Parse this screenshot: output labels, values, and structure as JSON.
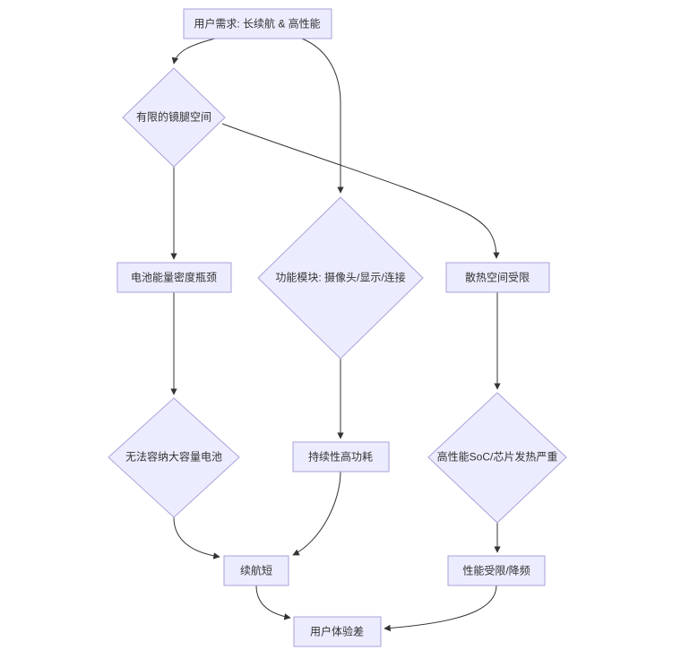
{
  "diagram": {
    "type": "flowchart",
    "direction": "top-down",
    "colors": {
      "background": "#ffffff",
      "node_fill": "#ECECFF",
      "node_border": "#A9A2D9",
      "edge": "#333333",
      "text": "#333333"
    },
    "nodes": [
      {
        "id": "A",
        "shape": "rect",
        "label": "用户需求: 长续航 & 高性能"
      },
      {
        "id": "B",
        "shape": "diamond",
        "label": "有限的镜腿空间"
      },
      {
        "id": "C",
        "shape": "rect",
        "label": "电池能量密度瓶颈"
      },
      {
        "id": "D",
        "shape": "diamond",
        "label": "功能模块: 摄像头/显示/连接"
      },
      {
        "id": "E",
        "shape": "rect",
        "label": "散热空间受限"
      },
      {
        "id": "F",
        "shape": "diamond",
        "label": "无法容纳大容量电池"
      },
      {
        "id": "G",
        "shape": "rect",
        "label": "持续性高功耗"
      },
      {
        "id": "H",
        "shape": "diamond",
        "label": "高性能SoC/芯片发热严重"
      },
      {
        "id": "I",
        "shape": "rect",
        "label": "续航短"
      },
      {
        "id": "J",
        "shape": "rect",
        "label": "性能受限/降频"
      },
      {
        "id": "K",
        "shape": "rect",
        "label": "用户体验差"
      }
    ],
    "edges": [
      {
        "from": "用户需求: 长续航 & 高性能",
        "to": "有限的镜腿空间"
      },
      {
        "from": "用户需求: 长续航 & 高性能",
        "to": "功能模块: 摄像头/显示/连接"
      },
      {
        "from": "有限的镜腿空间",
        "to": "电池能量密度瓶颈"
      },
      {
        "from": "有限的镜腿空间",
        "to": "散热空间受限"
      },
      {
        "from": "电池能量密度瓶颈",
        "to": "无法容纳大容量电池"
      },
      {
        "from": "功能模块: 摄像头/显示/连接",
        "to": "持续性高功耗"
      },
      {
        "from": "散热空间受限",
        "to": "高性能SoC/芯片发热严重"
      },
      {
        "from": "无法容纳大容量电池",
        "to": "续航短"
      },
      {
        "from": "持续性高功耗",
        "to": "续航短"
      },
      {
        "from": "高性能SoC/芯片发热严重",
        "to": "性能受限/降频"
      },
      {
        "from": "续航短",
        "to": "用户体验差"
      },
      {
        "from": "性能受限/降频",
        "to": "用户体验差"
      }
    ]
  }
}
